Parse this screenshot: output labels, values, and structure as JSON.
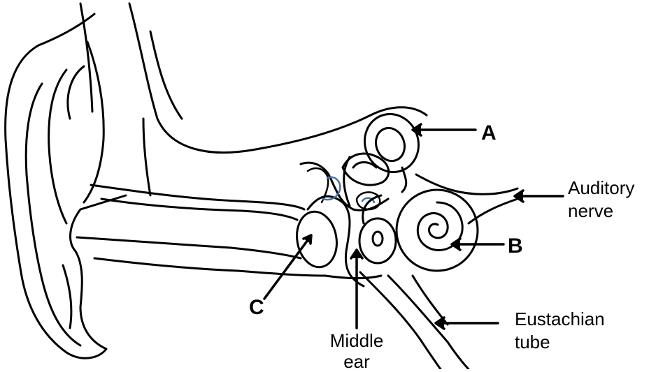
{
  "labels": {
    "a": "A",
    "b": "B",
    "c": "C",
    "auditory_nerve_line1": "Auditory",
    "auditory_nerve_line2": "nerve",
    "eustachian_line1": "Eustachian",
    "eustachian_line2": "tube",
    "middle_ear_line1": "Middle",
    "middle_ear_line2": "ear"
  },
  "colors": {
    "outline": "#000000",
    "background": "#ffffff",
    "ossicle_accent": "#4a6fa5"
  }
}
